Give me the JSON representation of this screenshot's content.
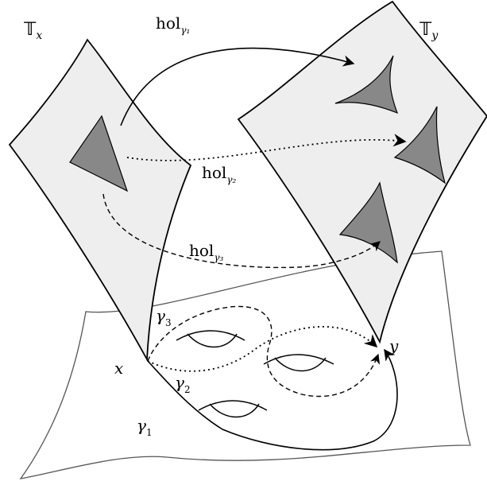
{
  "fiber_x": {
    "symbol": "𝕋",
    "subscript": "x"
  },
  "fiber_y": {
    "symbol": "𝕋",
    "subscript": "y"
  },
  "hol1": {
    "base": "hol",
    "sub": "γ₁"
  },
  "hol2": {
    "base": "hol",
    "sub": "γ₂"
  },
  "hol3": {
    "base": "hol",
    "sub": "γ₃"
  },
  "point_x": "x",
  "point_y": "y",
  "gamma1": {
    "base": "γ",
    "sub": "1"
  },
  "gamma2": {
    "base": "γ",
    "sub": "2"
  },
  "gamma3": {
    "base": "γ",
    "sub": "3"
  },
  "colors": {
    "fiber_fill": "#eeeeee",
    "triangle_fill": "#888888",
    "stroke": "#000000"
  }
}
